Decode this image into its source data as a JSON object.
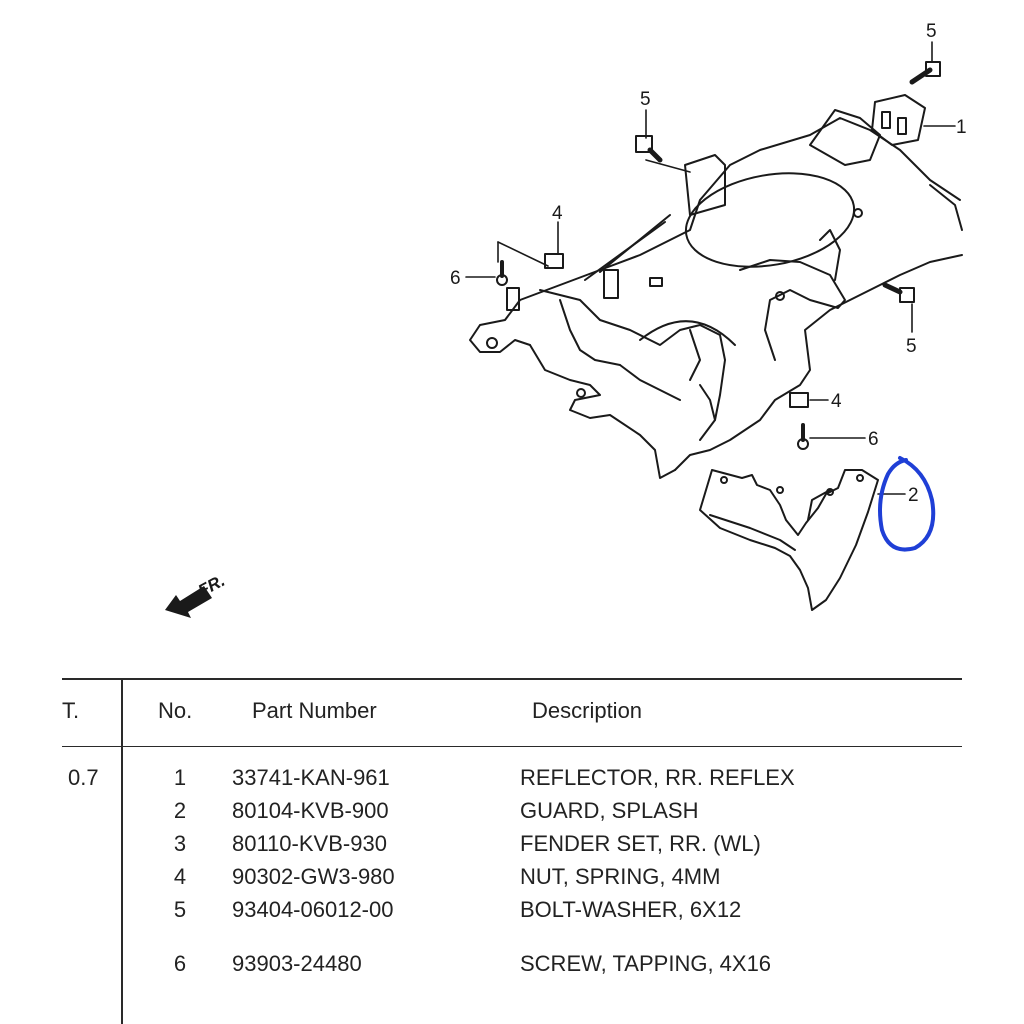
{
  "diagram": {
    "callouts": [
      {
        "id": "callout-5-top",
        "label": "5"
      },
      {
        "id": "callout-1",
        "label": "1"
      },
      {
        "id": "callout-5-left",
        "label": "5"
      },
      {
        "id": "callout-4-top",
        "label": "4"
      },
      {
        "id": "callout-6-left",
        "label": "6"
      },
      {
        "id": "callout-5-right",
        "label": "5"
      },
      {
        "id": "callout-4-lower",
        "label": "4"
      },
      {
        "id": "callout-6-lower",
        "label": "6"
      },
      {
        "id": "callout-2",
        "label": "2"
      }
    ],
    "front_arrow_label": "FR.",
    "highlight_color": "#1f3fd6",
    "line_color": "#1a1a1a"
  },
  "table": {
    "headers": {
      "qty": "T.",
      "no": "No.",
      "part_number": "Part Number",
      "description": "Description"
    },
    "qty_value": "0.7",
    "rows": [
      {
        "no": "1",
        "part_number": "33741-KAN-961",
        "description": "REFLECTOR, RR. REFLEX"
      },
      {
        "no": "2",
        "part_number": "80104-KVB-900",
        "description": "GUARD, SPLASH"
      },
      {
        "no": "3",
        "part_number": "80110-KVB-930",
        "description": "FENDER SET, RR. (WL)"
      },
      {
        "no": "4",
        "part_number": "90302-GW3-980",
        "description": "NUT, SPRING, 4MM"
      },
      {
        "no": "5",
        "part_number": "93404-06012-00",
        "description": "BOLT-WASHER, 6X12"
      },
      {
        "no": "6",
        "part_number": "93903-24480",
        "description": "SCREW, TAPPING, 4X16"
      }
    ]
  }
}
